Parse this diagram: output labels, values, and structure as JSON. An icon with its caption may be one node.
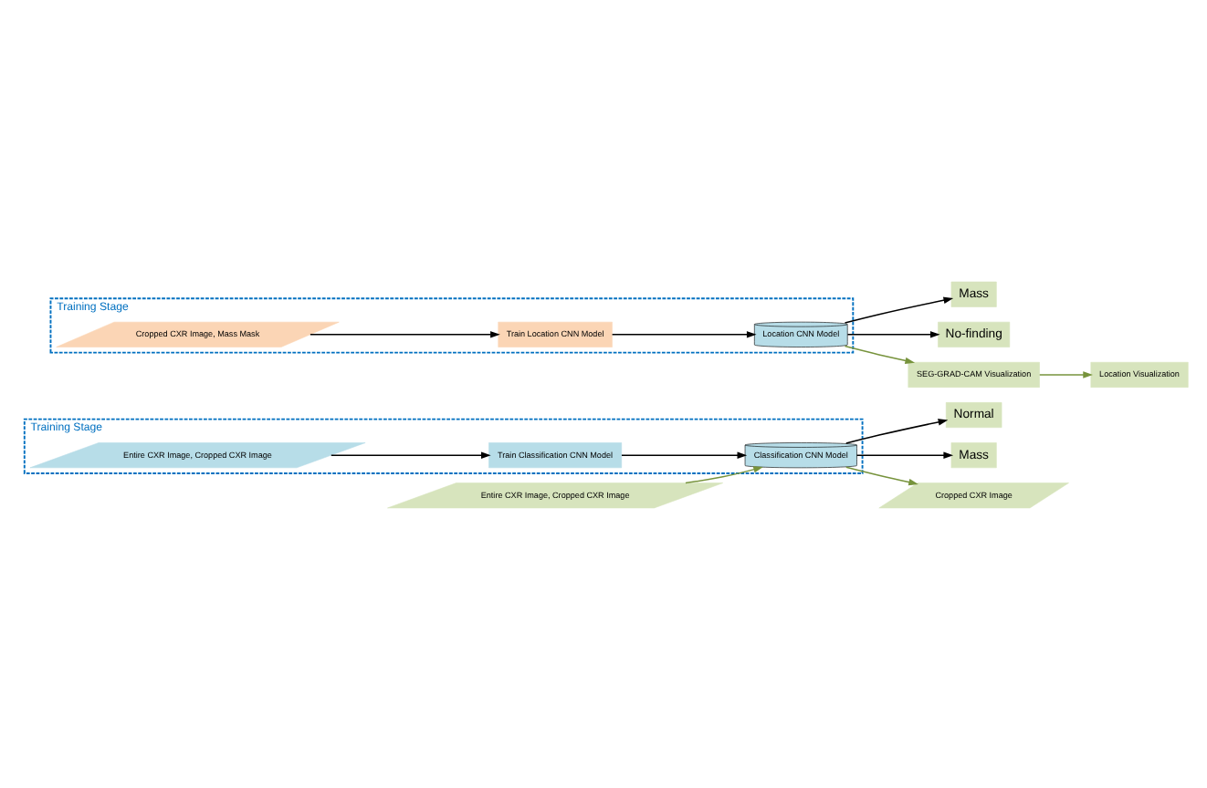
{
  "diagram": {
    "nodes": [
      {
        "text": [
          "Training Stage"
        ]
      },
      {
        "text": [
          "Entire CXR Image, Cropped CXR Image"
        ],
        "in": 0
      },
      {
        "text": [
          "Train Classification CNN Model"
        ],
        "in": 0
      },
      {
        "text": [
          "Classification CNN Model"
        ],
        "in": 0
      },
      {
        "text": [
          "Entire CXR Image, Cropped CXR Image"
        ]
      },
      {
        "text": [
          "Normal"
        ]
      },
      {
        "text": [
          "Mass"
        ]
      },
      {
        "text": [
          "Cropped CXR Image"
        ]
      },
      {
        "text": [
          "Training Stage"
        ]
      },
      {
        "text": [
          "Cropped CXR Image, Mass Mask"
        ],
        "in": 8
      },
      {
        "text": [
          "Train Location CNN Model"
        ],
        "in": 8
      },
      {
        "text": [
          "Location CNN Model"
        ],
        "in": 8
      },
      {
        "text": [
          "Mass"
        ]
      },
      {
        "text": [
          "No-finding"
        ]
      },
      {
        "text": [
          "SEG-GRAD-CAM Visualization"
        ]
      },
      {
        "text": [
          "Location Visualization"
        ]
      }
    ],
    "edges": [
      {
        "from": 1,
        "to": 2,
        "arrow": "to"
      },
      {
        "from": 2,
        "to": 3,
        "arrow": "to"
      },
      {
        "from": 4,
        "to": 3,
        "arrow": "to",
        "color": "#77933c"
      },
      {
        "from": 3,
        "to": 5,
        "arrow": "to"
      },
      {
        "from": 3,
        "to": 6,
        "arrow": "to"
      },
      {
        "from": 3,
        "to": 7,
        "arrow": "to",
        "color": "#77933c"
      },
      {
        "from": 9,
        "to": 10,
        "arrow": "to"
      },
      {
        "from": 10,
        "to": 11,
        "arrow": "to"
      },
      {
        "from": 11,
        "to": 12,
        "arrow": "to"
      },
      {
        "from": 11,
        "to": 13,
        "arrow": "to"
      },
      {
        "from": 11,
        "to": 14,
        "arrow": "to",
        "color": "#77933c"
      },
      {
        "from": 14,
        "to": 15,
        "arrow": "to",
        "color": "#77933c"
      }
    ]
  }
}
